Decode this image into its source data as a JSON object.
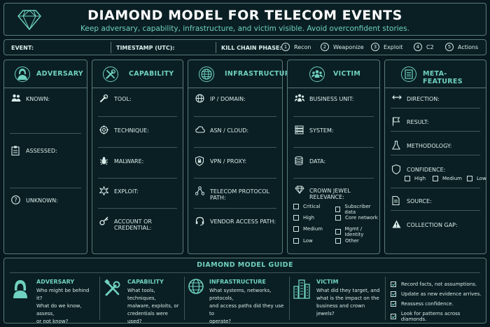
{
  "header": {
    "title": "DIAMOND MODEL FOR TELECOM EVENTS",
    "subtitle": "Keep adversary, capability, infrastructure, and victim visible. Avoid overconfident stories."
  },
  "event_bar": {
    "event_label": "EVENT:",
    "timestamp_label": "TIMESTAMP (UTC):",
    "kill_chain_label": "KILL CHAIN PHASE:",
    "phases": [
      {
        "num": "1",
        "label": "Recon"
      },
      {
        "num": "2",
        "label": "Weaponize"
      },
      {
        "num": "3",
        "label": "Exploit"
      },
      {
        "num": "4",
        "label": "C2"
      },
      {
        "num": "5",
        "label": "Actions"
      }
    ]
  },
  "adversary": {
    "title": "ADVERSARY",
    "fields": [
      "KNOWN:",
      "ASSESSED:",
      "UNKNOWN:"
    ]
  },
  "capability": {
    "title": "CAPABILITY",
    "fields": [
      "TOOL:",
      "TECHNIQUE:",
      "MALWARE:",
      "EXPLOIT:",
      "ACCOUNT OR CREDENTIAL:"
    ]
  },
  "infrastructure": {
    "title": "INFRASTRUCTURE",
    "fields": [
      "IP / DOMAIN:",
      "ASN / CLOUD:",
      "VPN / PROXY:",
      "TELECOM PROTOCOL PATH:",
      "VENDOR ACCESS PATH:"
    ]
  },
  "victim": {
    "title": "VICTIM",
    "fields": [
      "BUSINESS UNIT:",
      "SYSTEM:",
      "DATA:",
      "CROWN JEWEL RELEVANCE:"
    ],
    "relevance_left": [
      "Critical",
      "High",
      "Medium",
      "Low"
    ],
    "relevance_right": [
      "Subscriber data",
      "Core network",
      "Mgmt / Identity",
      "Other"
    ]
  },
  "meta": {
    "title": "META-FEATURES",
    "fields": [
      "DIRECTION:",
      "RESULT:",
      "METHODOLOGY:",
      "CONFIDENCE:",
      "SOURCE:",
      "COLLECTION GAP:"
    ],
    "confidence_options": [
      "High",
      "Medium",
      "Low"
    ]
  },
  "guide": {
    "title": "DIAMOND MODEL GUIDE",
    "sections": [
      {
        "title": "ADVERSARY",
        "lines": [
          "Who might be behind it?",
          "What do we know, assess,",
          "or not know?"
        ]
      },
      {
        "title": "CAPABILITY",
        "lines": [
          "What tools, techniques,",
          "malware, exploits, or",
          "credentials were used?"
        ]
      },
      {
        "title": "INFRASTRUCTURE",
        "lines": [
          "What systems, networks, protocols,",
          "and access paths did they use to",
          "operate?"
        ]
      },
      {
        "title": "VICTIM",
        "lines": [
          "What did they target, and",
          "what is the impact on the",
          "business and crown jewels?"
        ]
      }
    ],
    "tips": [
      "Record facts, not assumptions.",
      "Update as new evidence arrives.",
      "Reassess confidence.",
      "Look for patterns across diamonds."
    ]
  },
  "colors": {
    "accent": "#6fd1bf",
    "background": "#07191e",
    "border": "#5a7a78"
  },
  "icons": [
    "diamond-icon",
    "hacker-icon",
    "tools-icon",
    "globe-icon",
    "people-icon",
    "list-icon"
  ]
}
